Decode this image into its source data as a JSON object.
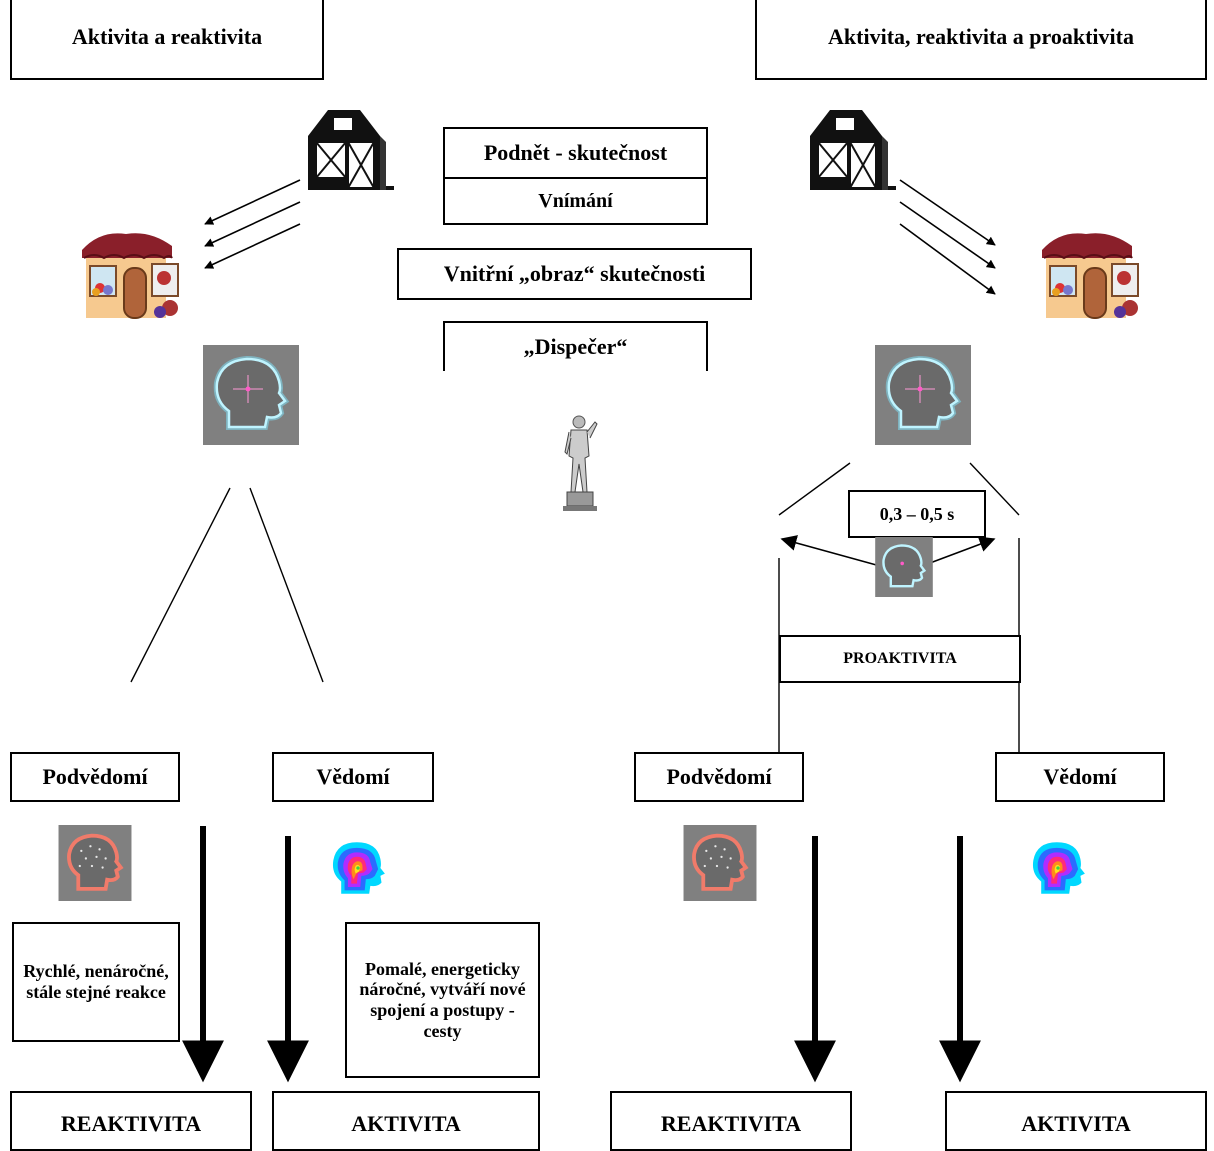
{
  "titles": {
    "left": "Aktivita a reaktivita",
    "right": "Aktivita, reaktivita a proaktivita"
  },
  "center_steps": {
    "stimulus": "Podnět - skutečnost",
    "perception": "Vnímání",
    "inner_image": "Vnitřní „obraz“ skutečnosti",
    "dispatcher": "„Dispečer“"
  },
  "right_panel": {
    "timing": "0,3 – 0,5 s",
    "proactivity": "PROAKTIVITA"
  },
  "levels": {
    "subconscious": "Podvědomí",
    "conscious": "Vědomí"
  },
  "descriptions": {
    "subconscious": "Rychlé, nenáročné, stále stejné reakce",
    "conscious": "Pomalé, energeticky náročné, vytváří nové spojení a postupy - cesty"
  },
  "outcomes": {
    "reactivity": "REAKTIVITA",
    "activity": "AKTIVITA"
  },
  "colors": {
    "head_bg": "#808080",
    "head_glow": "#7fe6ff",
    "brain_head": "#f07b6a"
  },
  "icons": [
    "barn-icon",
    "shop-icon",
    "head-icon",
    "brain-head-icon",
    "rainbow-head-icon",
    "statue-icon"
  ]
}
